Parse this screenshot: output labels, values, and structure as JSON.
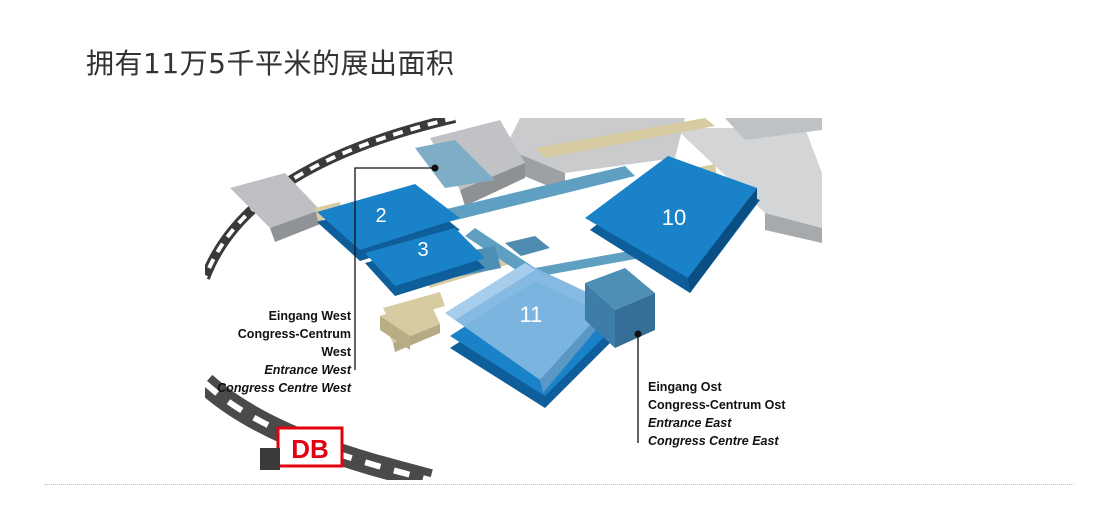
{
  "page": {
    "title": "拥有11万5千平米的展出面积"
  },
  "map": {
    "halls": [
      {
        "id": "2",
        "label": "2"
      },
      {
        "id": "3",
        "label": "3"
      },
      {
        "id": "10",
        "label": "10"
      },
      {
        "id": "11",
        "label": "11"
      }
    ],
    "entrance_west": {
      "line1": "Eingang West",
      "line2": "Congress-Centrum West",
      "line3": "Entrance West",
      "line4": "Congress Centre West"
    },
    "entrance_east": {
      "line1": "Eingang Ost",
      "line2": "Congress-Centrum Ost",
      "line3": "Entrance East",
      "line4": "Congress Centre East"
    },
    "rail_logo": {
      "text": "DB",
      "color": "#e3000f"
    },
    "colors": {
      "hall_blue": "#1a82c8",
      "hall_dark": "#0d5e9a",
      "walkway": "#5e9fc2",
      "hall_11": "#7fb6e0",
      "gray": "#c5c7c9",
      "beige": "#d7cba1"
    }
  }
}
